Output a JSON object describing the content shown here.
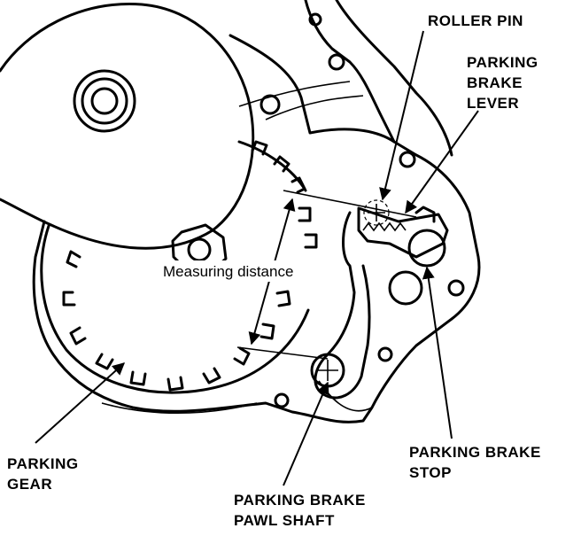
{
  "labels": {
    "roller_pin": "ROLLER PIN",
    "parking_brake_lever": [
      "PARKING",
      "BRAKE",
      "LEVER"
    ],
    "measuring_distance": "Measuring distance",
    "parking_gear": [
      "PARKING",
      "GEAR"
    ],
    "parking_brake_pawl_shaft": [
      "PARKING BRAKE",
      "PAWL SHAFT"
    ],
    "parking_brake_stop": [
      "PARKING BRAKE",
      "STOP"
    ]
  }
}
